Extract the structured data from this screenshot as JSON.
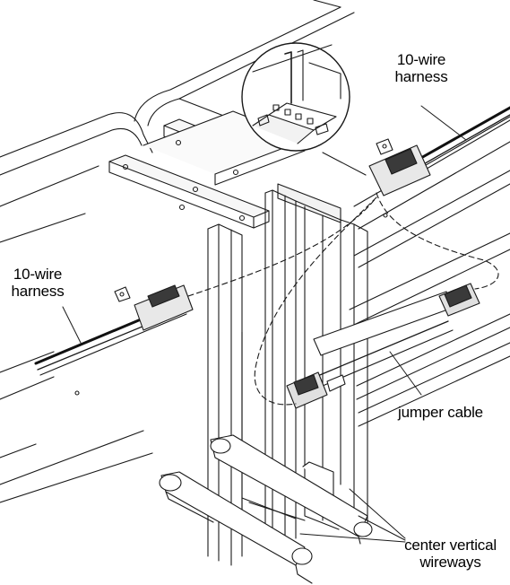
{
  "labels": {
    "harness_top": [
      "10-wire",
      "harness"
    ],
    "harness_left": [
      "10-wire",
      "harness"
    ],
    "jumper_cable": "jumper cable",
    "center_wireways": [
      "center vertical",
      "wireways"
    ]
  },
  "colors": {
    "line": "#1a1a1a",
    "background": "#ffffff",
    "fill_light": "#f2f2f2",
    "fill_mid": "#d6d6d6",
    "fill_dark": "#3a3a3a"
  }
}
